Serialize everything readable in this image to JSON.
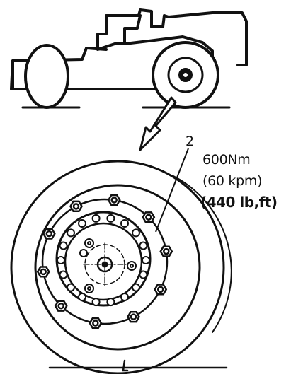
{
  "callouts": {
    "part_number": "2",
    "torque_nm": "600Nm",
    "torque_kpm": "(60 kpm)",
    "torque_lbft": "(440 lb,ft)"
  },
  "colors": {
    "ink": "#111111",
    "paper": "#ffffff"
  }
}
